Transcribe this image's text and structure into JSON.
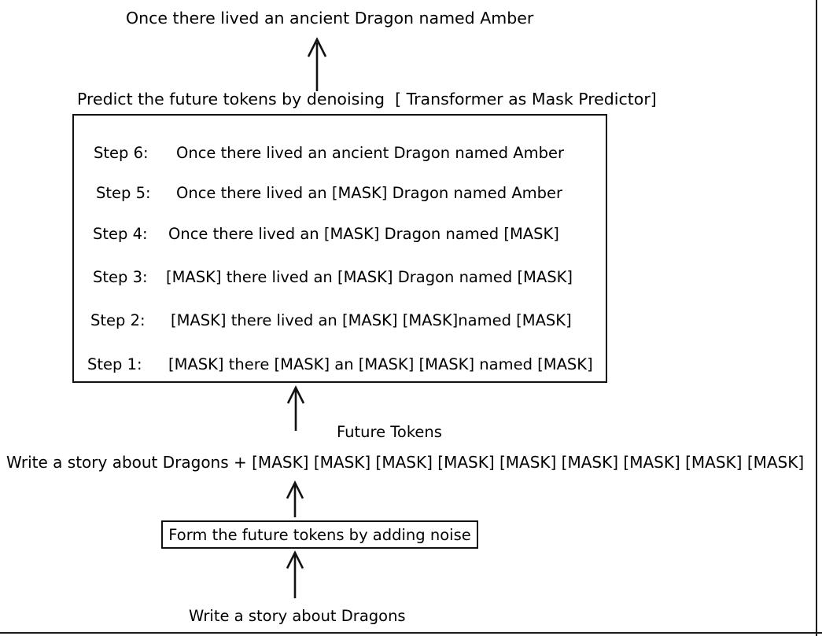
{
  "diagram": {
    "output_sentence": "Once there lived an ancient Dragon named Amber",
    "denoise_header": "Predict the future tokens by denoising  [ Transformer as Mask Predictor]",
    "future_tokens_label": "Future Tokens",
    "noisy_prompt_line": "Write a story about Dragons + [MASK] [MASK] [MASK] [MASK] [MASK] [MASK] [MASK] [MASK] [MASK]",
    "noise_box_text": "Form the future tokens by adding noise",
    "input_prompt": "Write a story about Dragons",
    "steps": [
      {
        "label": "Step 6:",
        "text": "Once there lived an ancient Dragon named Amber"
      },
      {
        "label": "Step 5:",
        "text": "Once there lived an [MASK] Dragon named Amber"
      },
      {
        "label": "Step 4:",
        "text": "Once there lived an [MASK] Dragon named [MASK]"
      },
      {
        "label": "Step 3:",
        "text": "[MASK] there lived an [MASK] Dragon named [MASK]"
      },
      {
        "label": "Step 2:",
        "text": "[MASK] there lived an [MASK] [MASK]named [MASK]"
      },
      {
        "label": "Step 1:",
        "text": "[MASK] there [MASK] an [MASK] [MASK] named [MASK]"
      }
    ],
    "arrows": [
      {
        "name": "arrow-box-to-output"
      },
      {
        "name": "arrow-noisy-to-box"
      },
      {
        "name": "arrow-noise-box-to-noisy"
      },
      {
        "name": "arrow-input-to-noise-box"
      }
    ],
    "colors": {
      "ink": "#000000",
      "stroke": "#111111",
      "background": "#ffffff"
    }
  }
}
